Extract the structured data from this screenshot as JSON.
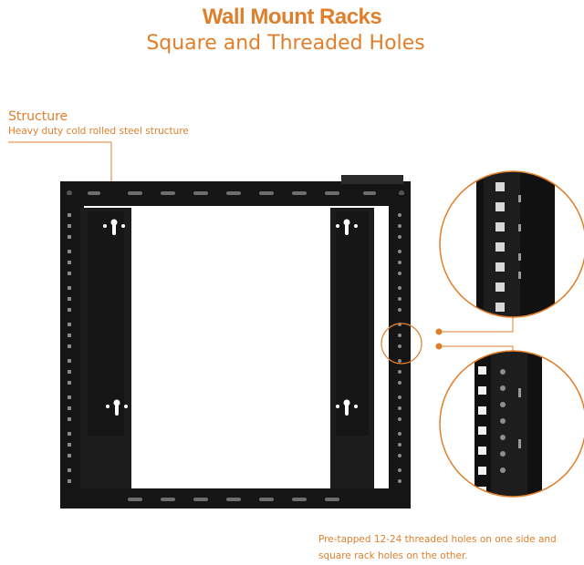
{
  "header": {
    "title": "Wall Mount Racks",
    "subtitle": "Square and Threaded Holes"
  },
  "callout_structure": {
    "title": "Structure",
    "description": "Heavy duty cold rolled steel structure"
  },
  "caption": {
    "line1": "Pre-tapped 12-24 threaded holes on one side and",
    "line2": "square rack holes on the other."
  },
  "colors": {
    "accent": "#e07f2b",
    "rack": "#151515"
  }
}
